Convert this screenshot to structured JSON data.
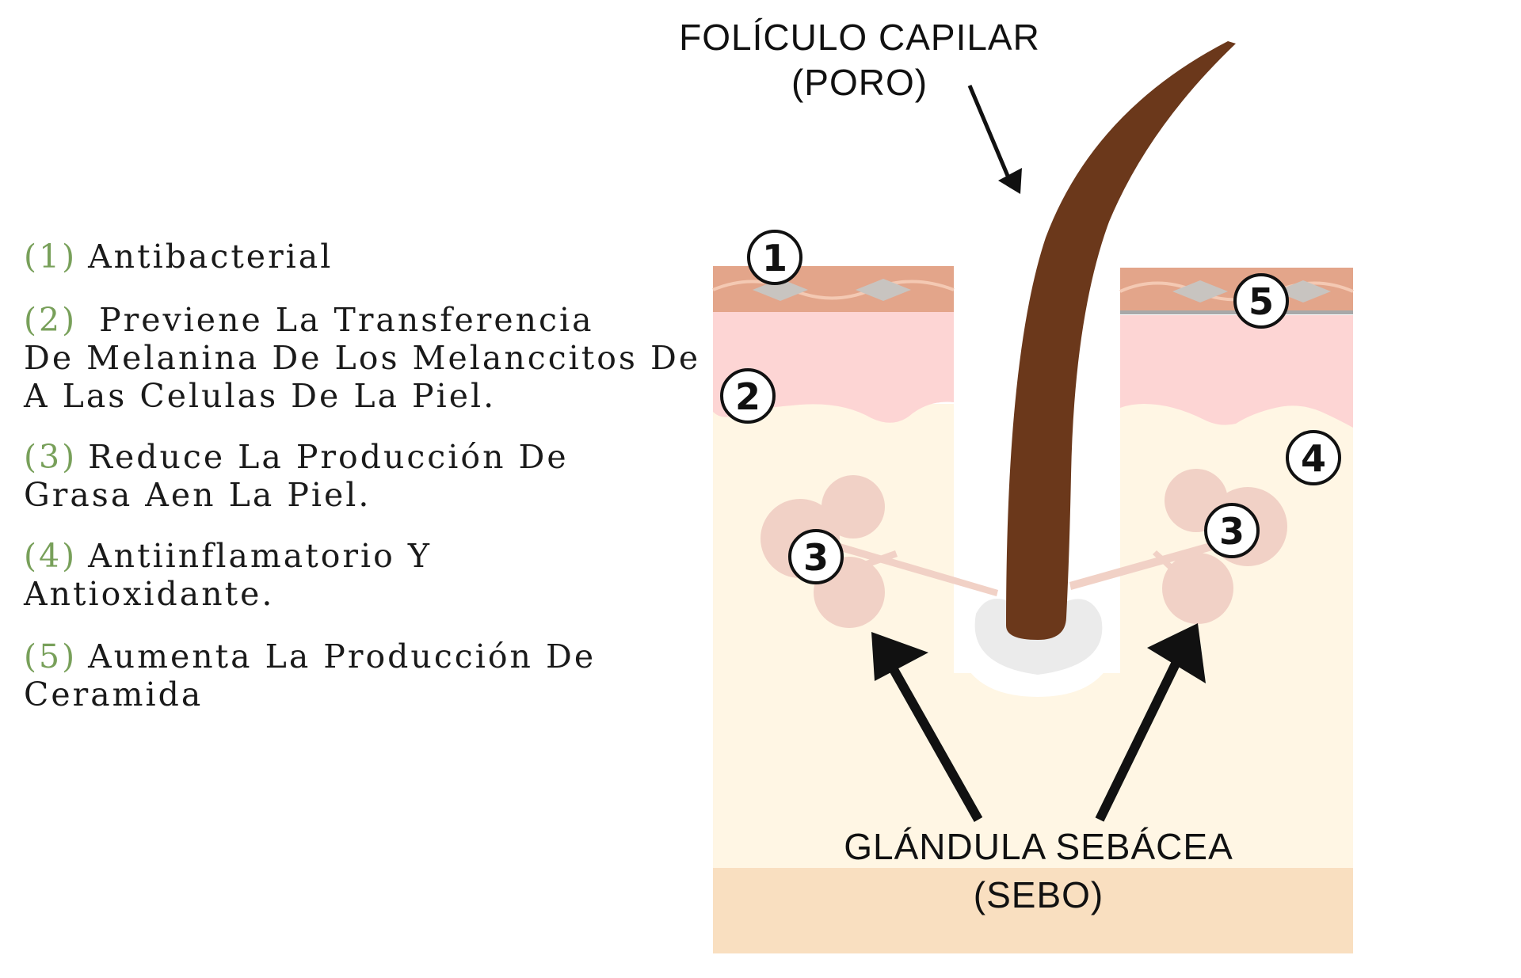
{
  "legend": [
    {
      "num": "(1)",
      "text": "Antibacterial"
    },
    {
      "num": "(2)",
      "text": "Previene La Transferencia",
      "cont": [
        "De Melanina De Los Melanccitos De",
        "A Las Celulas De La Piel."
      ]
    },
    {
      "num": "(3)",
      "text": "Reduce La Producción De",
      "cont": [
        "Grasa Aen La Piel."
      ]
    },
    {
      "num": "(4)",
      "text": "Antiinflamatorio Y",
      "cont": [
        "Antioxidante."
      ]
    },
    {
      "num": "(5)",
      "text": "Aumenta La Producción De",
      "cont": [
        "Ceramida"
      ]
    }
  ],
  "labels": {
    "follicle_line1": "FOLÍCULO CAPILAR",
    "follicle_line2": "(PORO)",
    "gland_line1": "GLÁNDULA SEBÁCEA",
    "gland_line2": "(SEBO)"
  },
  "badges": [
    "1",
    "2",
    "3",
    "3",
    "4",
    "5"
  ],
  "colors": {
    "legend_number": "#78a05a",
    "hair": "#6b381b",
    "epidermis_top": "#e3a58a",
    "dermis": "#fdd5d4",
    "hypodermis": "#fff6e4",
    "base_layer": "#f9dfc0",
    "gland": "#f1d1c6",
    "sebum": "#ebebeb"
  }
}
